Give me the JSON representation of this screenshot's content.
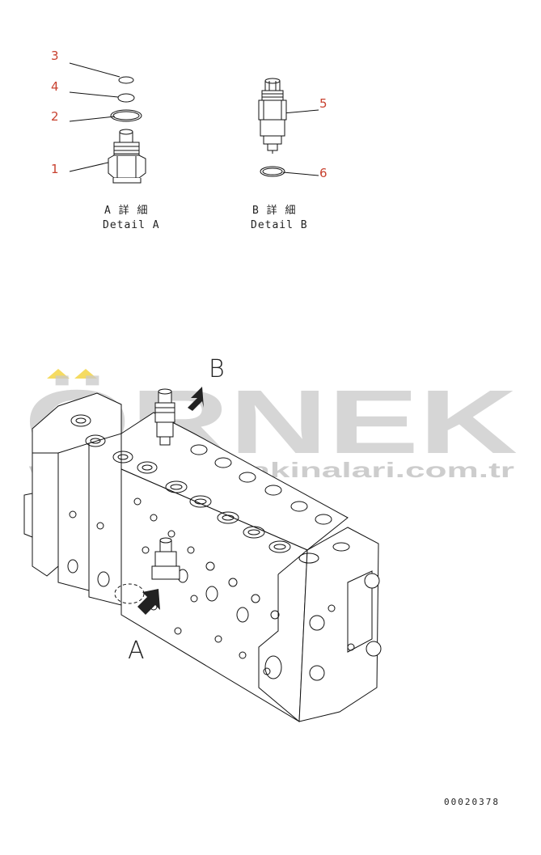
{
  "callouts": {
    "n1": "1",
    "n2": "2",
    "n3": "3",
    "n4": "4",
    "n5": "5",
    "n6": "6"
  },
  "details": {
    "a_jp": "A 詳 細",
    "a_en": "Detail A",
    "b_jp": "B 詳 細",
    "b_en": "Detail B"
  },
  "view_labels": {
    "a": "A",
    "b": "B"
  },
  "watermark": {
    "brand": "ÖRNEK",
    "url": "www.ornekmakinalari.com.tr"
  },
  "drawing_number": "00020378",
  "colors": {
    "callout": "#c8412f",
    "watermark": "#c9c9c9",
    "watermark_accent": "#f2d23a"
  }
}
